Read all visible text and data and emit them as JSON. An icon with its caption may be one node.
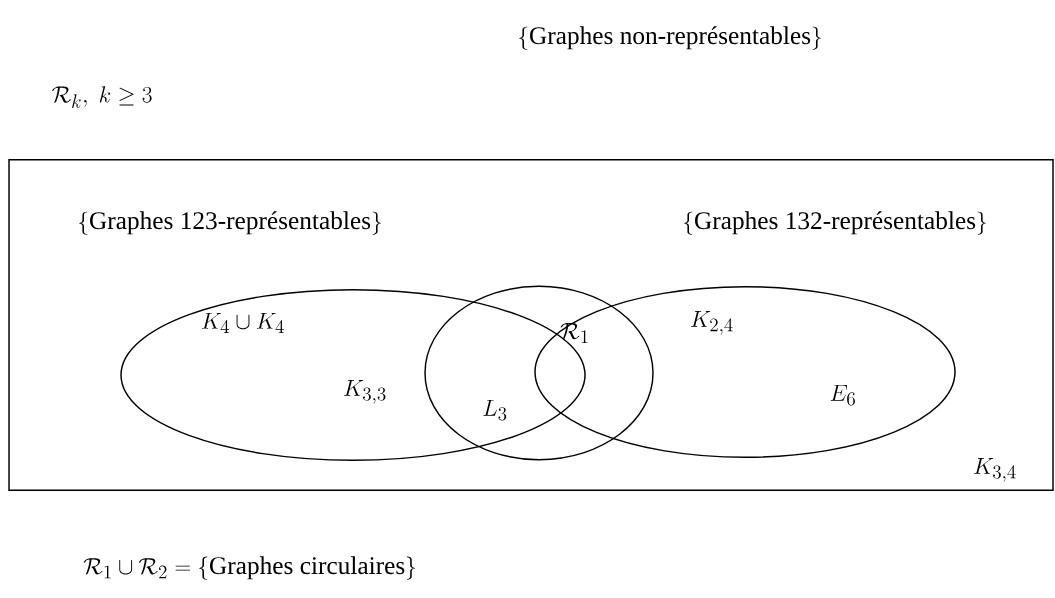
{
  "diagram": {
    "nodes": [
      {
        "text": [
          "K_{3,4}"
        ]
      },
      {
        "text": [
          "\\{\\text{Graphes 123-représentables}\\}",
          "K_4 \\cup K_4",
          "K_{3,3}"
        ],
        "in": 0
      },
      {
        "text": [
          "\\{\\text{Graphes 132-représentables}\\}",
          "K_{2,4}",
          "E_6"
        ],
        "in": 0
      },
      {
        "text": [
          "\\mathcal{R}_1",
          "L_3"
        ],
        "in": 0
      }
    ],
    "labels": [
      "\\{\\text{Graphes non-représentables}\\}",
      "\\mathcal{R}_k,\\ k \\geq 3"
    ],
    "caption": "\\mathcal{R}_1 \\cup \\mathcal{R}_2 = \\{\\text{Graphes circulaires}\\}"
  }
}
